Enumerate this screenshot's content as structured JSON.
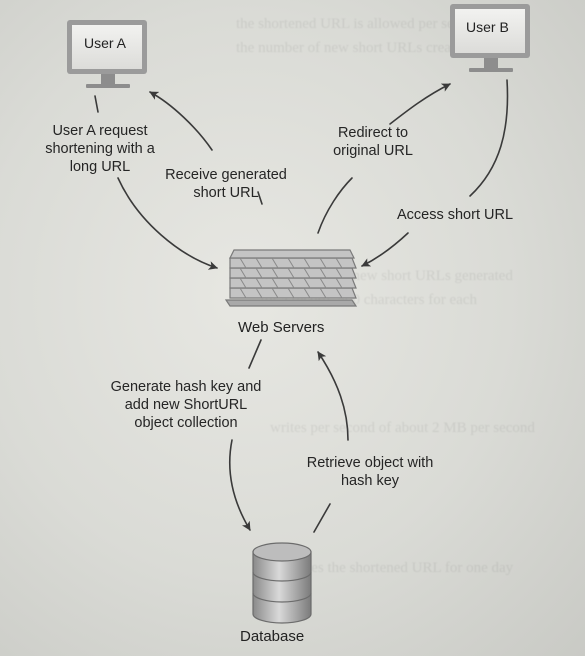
{
  "nodes": {
    "user_a": "User A",
    "user_b": "User B",
    "web_servers": "Web Servers",
    "database": "Database"
  },
  "edges": {
    "user_a_request": [
      "User A request",
      "shortening with a",
      "long URL"
    ],
    "receive_short_url": [
      "Receive generated",
      "short URL"
    ],
    "redirect": [
      "Redirect to",
      "original URL"
    ],
    "access_short_url": [
      "Access short URL"
    ],
    "generate_hash": [
      "Generate hash key and",
      "add new ShortURL",
      "object collection"
    ],
    "retrieve_object": [
      "Retrieve object with",
      "hash key"
    ]
  },
  "icons": {
    "user_a": "monitor-icon",
    "user_b": "monitor-icon",
    "web_servers": "server-stack-icon",
    "database": "database-cylinder-icon"
  },
  "colors": {
    "stroke": "#3a3a3a",
    "text": "#252525"
  }
}
